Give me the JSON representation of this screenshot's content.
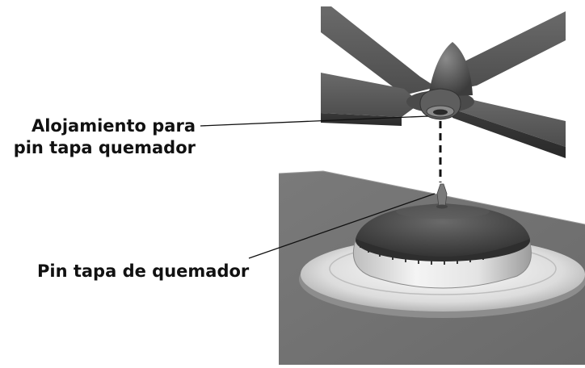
{
  "labels": {
    "housing_line1": "Alojamiento para",
    "housing_line2": "pin tapa quemador",
    "pin": "Pin tapa de quemador"
  },
  "colors": {
    "text": "#111111",
    "leader_line": "#111111",
    "hob_surface": "#6e6e6e",
    "grate": "#5a5a5a",
    "burner_cap": "#4a4a4a",
    "burner_base": "#e6e6e6"
  }
}
